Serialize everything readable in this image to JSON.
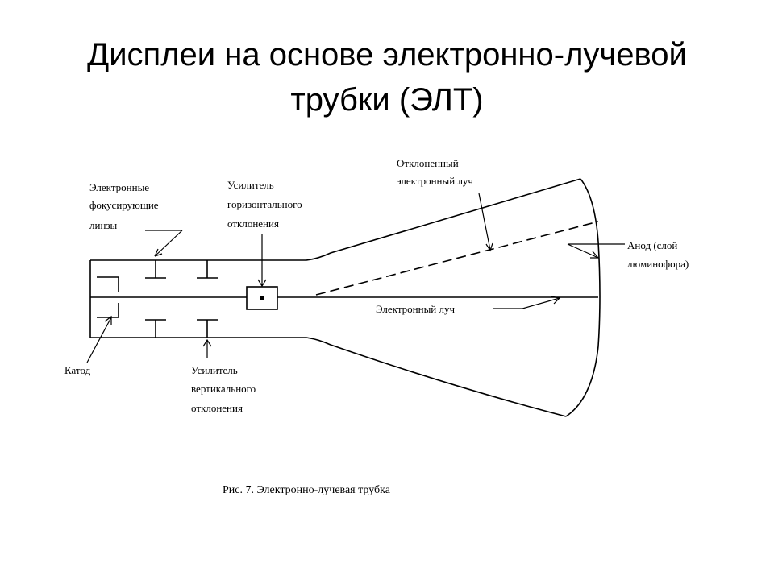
{
  "slide": {
    "title_line1": "Дисплеи на основе электронно-лучевой",
    "title_line2": "трубки (ЭЛТ)"
  },
  "diagram": {
    "labels": {
      "focusing_lenses": [
        "Электронные",
        "фокусирующие",
        "линзы"
      ],
      "horizontal_amplifier": [
        "Усилитель",
        "горизонтального",
        "отклонения"
      ],
      "deflected_beam": [
        "Отклоненный",
        "электронный луч"
      ],
      "anode": [
        "Анод (слой",
        "люминофора)"
      ],
      "electron_beam": "Электронный луч",
      "cathode": "Катод",
      "vertical_amplifier": [
        "Усилитель",
        "вертикального",
        "отклонения"
      ]
    },
    "caption": "Рис. 7. Электронно-лучевая трубка"
  }
}
